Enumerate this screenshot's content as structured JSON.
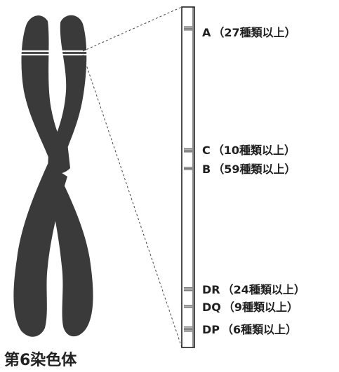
{
  "caption": "第6染色体",
  "colors": {
    "chromosome": "#3a3a3a",
    "band": "#9a9a9a",
    "outline": "#222222",
    "centromere_gap": "#ffffff"
  },
  "genes": [
    {
      "name": "A",
      "note": "（27種類以上）"
    },
    {
      "name": "C",
      "note": "（10種類以上）"
    },
    {
      "name": "B",
      "note": "（59種類以上）"
    },
    {
      "name": "DR",
      "note": "（24種類以上）"
    },
    {
      "name": "DQ",
      "note": "（9種類以上）"
    },
    {
      "name": "DP",
      "note": "（6種類以上）"
    }
  ]
}
